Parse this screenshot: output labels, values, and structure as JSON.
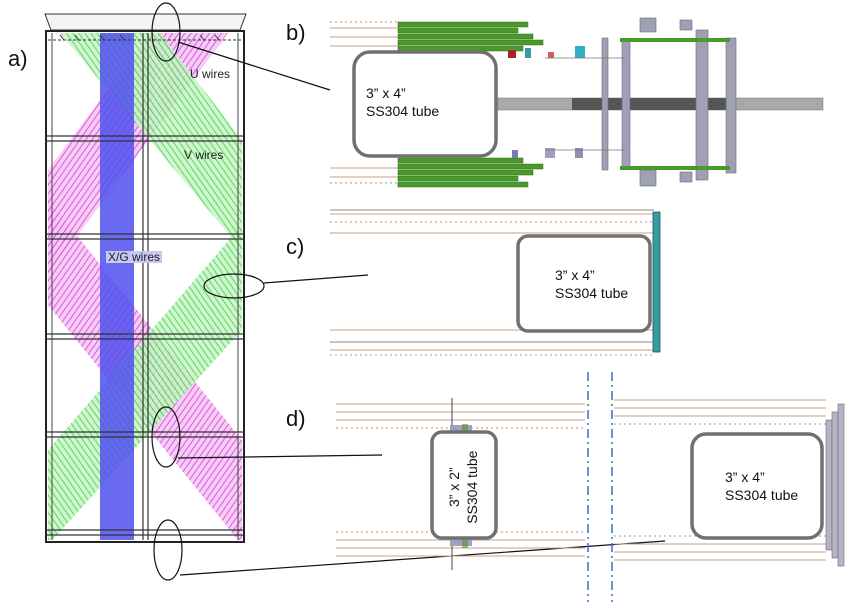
{
  "panels": {
    "a": {
      "label": "a)"
    },
    "b": {
      "label": "b)"
    },
    "c": {
      "label": "c)"
    },
    "d": {
      "label": "d)"
    }
  },
  "wire_labels": {
    "u": "U wires",
    "v": "V wires",
    "xg": "X/G wires"
  },
  "tubes": {
    "b": "3” x 4”\nSS304 tube",
    "c": "3” x 4”\nSS304 tube",
    "d_small": "3” x 2”\nSS304 tube",
    "d_large": "3” x 4”\nSS304 tube"
  },
  "colors": {
    "u_wires": "#e040e0",
    "v_wires": "#40e040",
    "xg_wires": "#5050ee",
    "frame": "#222222",
    "tube_stroke": "#707070",
    "board_green": "#4a9a2a",
    "support_gray": "#9a9aa8",
    "centerline": "#3a7ad0"
  }
}
